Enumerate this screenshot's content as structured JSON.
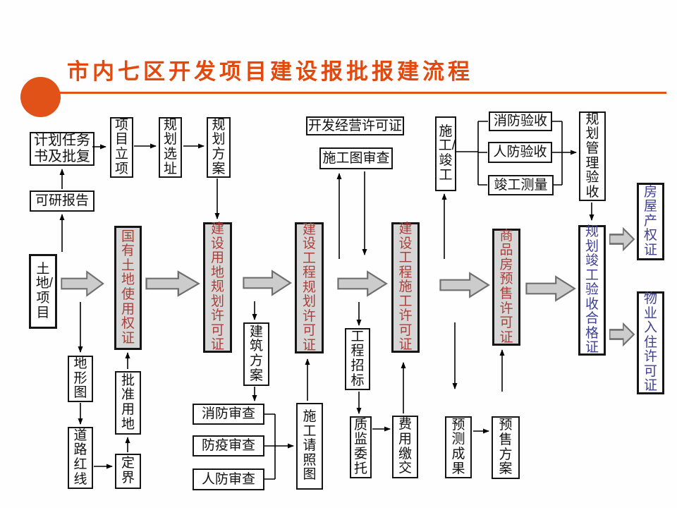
{
  "title": "市内七区开发项目建设报批报建流程",
  "colors": {
    "accent_orange": "#e1490e",
    "milestone_bg": "#d6d6d6",
    "milestone_text_red": "#a8403a",
    "permit_text_blue": "#3f3f96",
    "flow_arrow_gray": "#cccccc",
    "line_black": "#000000"
  },
  "nodes": {
    "plan_task": "计划任务书及批复",
    "feasibility": "可研报告",
    "project_approval": "项目立项",
    "site_selection": "规划选址",
    "planning_scheme": "规划方案",
    "dev_license": "开发经营许可证",
    "drawing_review": "施工图审查",
    "construction_completion": "施工/竣工",
    "fire_acceptance": "消防验收",
    "civil_defense_acceptance": "人防验收",
    "completion_survey": "竣工测量",
    "planning_mgmt_acceptance": "规划管理验收",
    "land_project": "土地/项目",
    "land_use_cert": "国有土地使用权证",
    "land_planning_permit": "建设用地规划许可证",
    "project_planning_permit": "建设工程规划许可证",
    "construction_permit": "建设工程施工许可证",
    "presale_permit": "商品房预售许可证",
    "completion_acceptance_cert": "规划竣工验收合格证",
    "property_cert": "房屋产权证",
    "occupancy_permit": "物业入住许可证",
    "arch_scheme": "建筑方案",
    "fire_review": "消防审查",
    "epidemic_review": "防疫审查",
    "civil_defense_review": "人防审查",
    "permit_drawing": "施工请照图",
    "project_bidding": "工程招标",
    "quality_supervision": "质监委托",
    "fee_payment": "费用缴交",
    "survey_result": "预测成果",
    "presale_scheme": "预售方案",
    "topo_map": "地形图",
    "road_redline": "道路红线",
    "approved_land": "批准用地",
    "boundary": "定界"
  },
  "edges": [
    "feasibility->plan_task",
    "plan_task->project_approval",
    "project_approval->site_selection",
    "site_selection->planning_scheme",
    "planning_scheme->land_planning_permit",
    "land_project->feasibility",
    "land_project->land_use_cert",
    "main_flow->topo_map",
    "topo_map->road_redline",
    "road_redline->boundary",
    "boundary->approved_land",
    "approved_land->land_use_cert",
    "land_use_cert->land_planning_permit",
    "land_planning_permit->project_planning_permit",
    "main_flow->arch_scheme",
    "arch_scheme->fire_review",
    "fire_review->permit_drawing",
    "epidemic_review->permit_drawing",
    "civil_defense_review->permit_drawing",
    "permit_drawing->project_planning_permit",
    "main_flow->drawing_review",
    "drawing_review->main_flow",
    "project_planning_permit->construction_permit",
    "main_flow->project_bidding",
    "project_bidding->quality_supervision",
    "quality_supervision->fee_payment",
    "fee_payment->construction_permit",
    "construction_permit->presale_permit",
    "main_flow->survey_result",
    "survey_result->presale_scheme",
    "presale_scheme->presale_permit",
    "main_flow->construction_completion",
    "construction_completion->fire_acceptance",
    "construction_completion->civil_defense_acceptance",
    "construction_completion->completion_survey",
    "fire_acceptance->planning_mgmt_acceptance",
    "civil_defense_acceptance->planning_mgmt_acceptance",
    "completion_survey->planning_mgmt_acceptance",
    "planning_mgmt_acceptance->completion_acceptance_cert",
    "presale_permit->completion_acceptance_cert",
    "completion_acceptance_cert->property_cert",
    "completion_acceptance_cert->occupancy_permit"
  ]
}
